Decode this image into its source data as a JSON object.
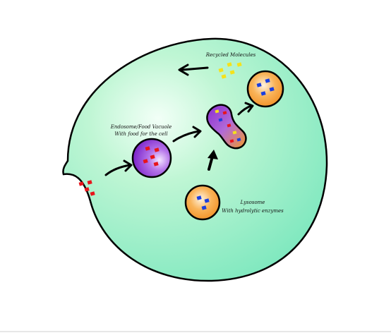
{
  "labels": {
    "recycled": "Recycled Molecules",
    "endosome_line1": "Endosome/Food Vacuole",
    "endosome_line2": "With food for the cell",
    "lysosome_line1": "Lysosome",
    "lysosome_line2": "With hydrolytic enzymes"
  },
  "colors": {
    "cell_fill": "#9ef0c0",
    "cell_highlight": "#eefef4",
    "endosome": "#9b3fd6",
    "lysosome": "#f59a2a",
    "food_particle": "#e8141b",
    "enzyme": "#1a3fe0",
    "recycled_particle": "#f5e21a",
    "outline": "#000000"
  }
}
